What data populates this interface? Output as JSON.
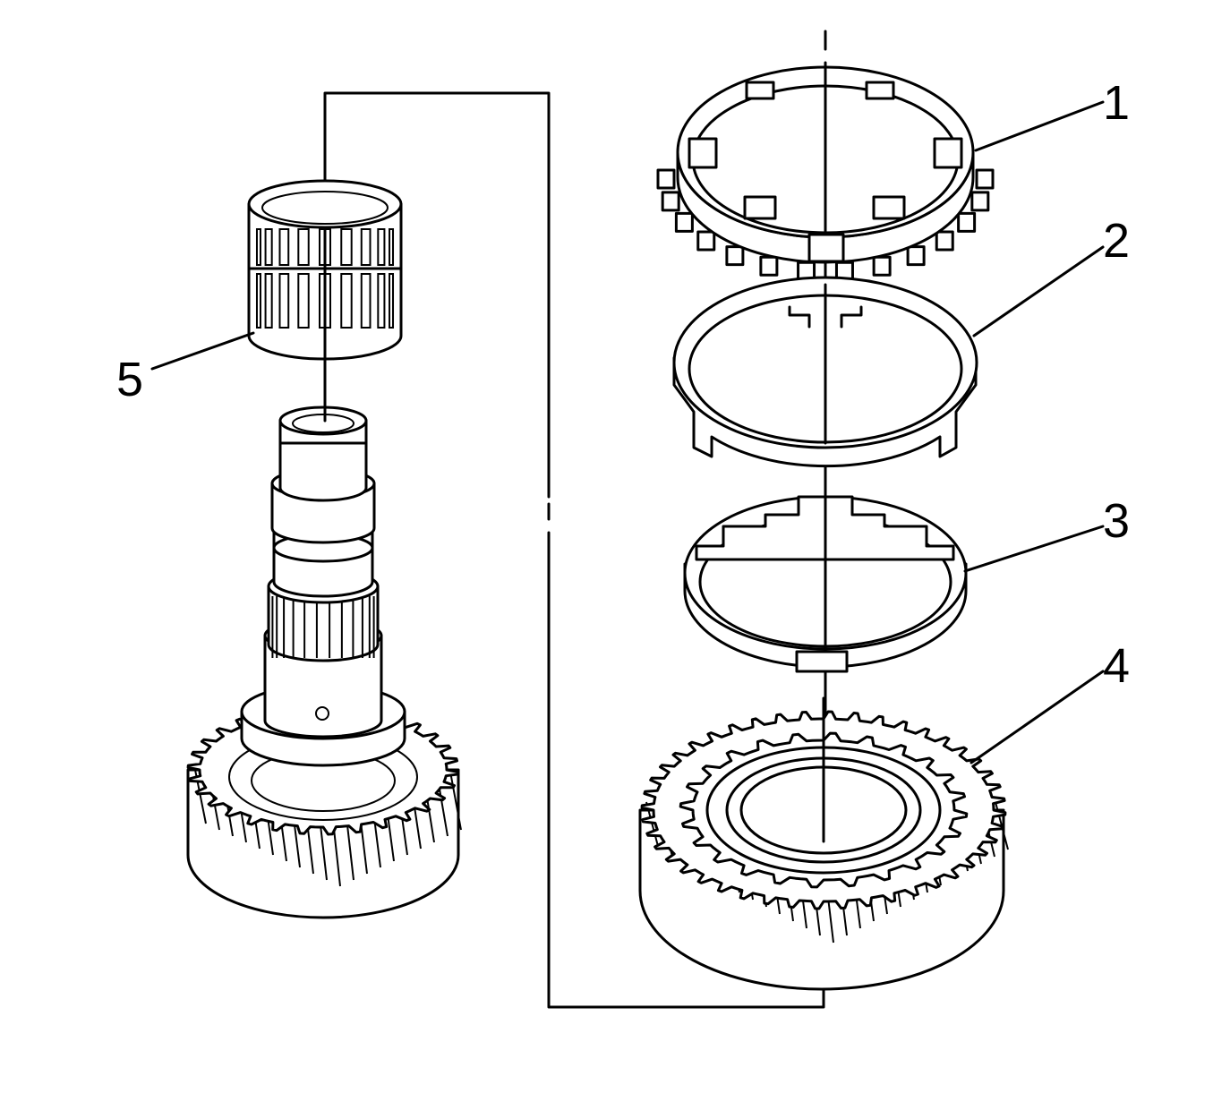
{
  "callouts": [
    {
      "id": 1,
      "label": "1"
    },
    {
      "id": 2,
      "label": "2"
    },
    {
      "id": 3,
      "label": "3"
    },
    {
      "id": 4,
      "label": "4"
    },
    {
      "id": 5,
      "label": "5"
    }
  ],
  "colors": {
    "line": "#000000",
    "background": "#ffffff"
  }
}
